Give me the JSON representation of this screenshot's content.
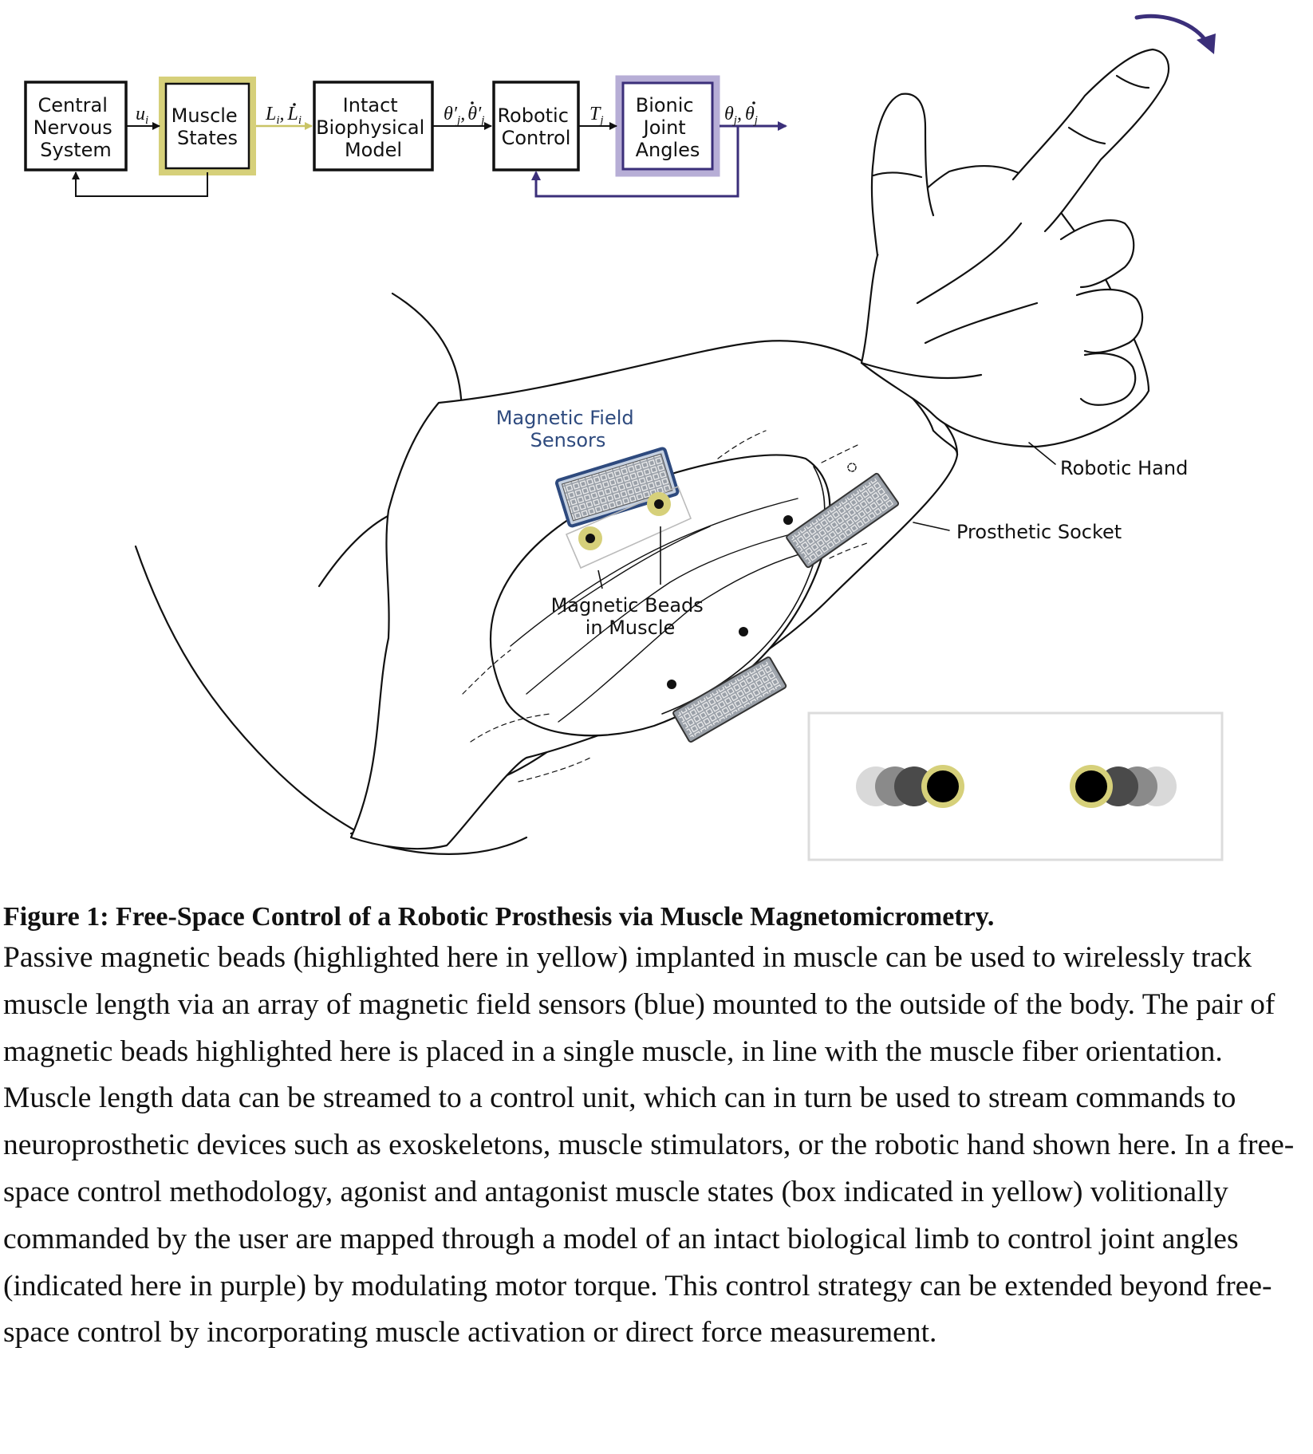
{
  "block_diagram": {
    "central_nervous_system": [
      "Central",
      "Nervous",
      "System"
    ],
    "muscle_states": [
      "Muscle",
      "States"
    ],
    "intact_biophysical_model": [
      "Intact",
      "Biophysical",
      "Model"
    ],
    "robotic_control": [
      "Robotic",
      "Control"
    ],
    "bionic_joint_angles": [
      "Bionic",
      "Joint",
      "Angles"
    ],
    "signal_u": "u",
    "signal_u_sub": "i",
    "signal_l": "L",
    "signal_l_sub": "i",
    "signal_ldot": "L",
    "signal_ldot_sub": "i",
    "signal_theta_prime": "θ′",
    "signal_theta_prime_sub": "j",
    "signal_theta_prime_dot": "θ′",
    "signal_theta_prime_dot_sub": "j",
    "signal_t": "T",
    "signal_t_sub": "j",
    "signal_theta": "θ",
    "signal_theta_sub": "j",
    "signal_theta_dot": "θ",
    "signal_theta_dot_sub": "j",
    "sep": ","
  },
  "labels": {
    "magnetic_field_sensors": [
      "Magnetic Field",
      "Sensors"
    ],
    "magnetic_beads": [
      "Magnetic Beads",
      "in Muscle"
    ],
    "robotic_hand": "Robotic Hand",
    "prosthetic_socket": "Prosthetic Socket"
  },
  "colors": {
    "yellow_highlight": "#d6d07a",
    "purple_highlight": "#4a3a8a",
    "sensor_blue": "#2e4a7e"
  },
  "caption": {
    "title": "Figure 1: Free-Space Control of a Robotic Prosthesis via Muscle Magnetomicrometry.",
    "body": "Passive magnetic beads (highlighted here in yellow) implanted in muscle can be used to wirelessly track muscle length via an array of magnetic field sensors (blue) mounted to the outside of the body. The pair of magnetic beads highlighted here is placed in a single muscle, in line with the muscle fiber orientation. Muscle length data can be streamed to a control unit, which can in turn be used to stream commands to neuroprosthetic devices such as exoskeletons, muscle stimulators, or the robotic hand shown here. In a free-space control methodology, agonist and antagonist muscle states (box indicated in yellow) volitionally commanded by the user are mapped through a model of an intact biological limb to control joint angles (indicated here in purple) by modulating motor torque. This control strategy can be extended beyond free-space control by incorporating muscle activation or direct force measurement."
  }
}
